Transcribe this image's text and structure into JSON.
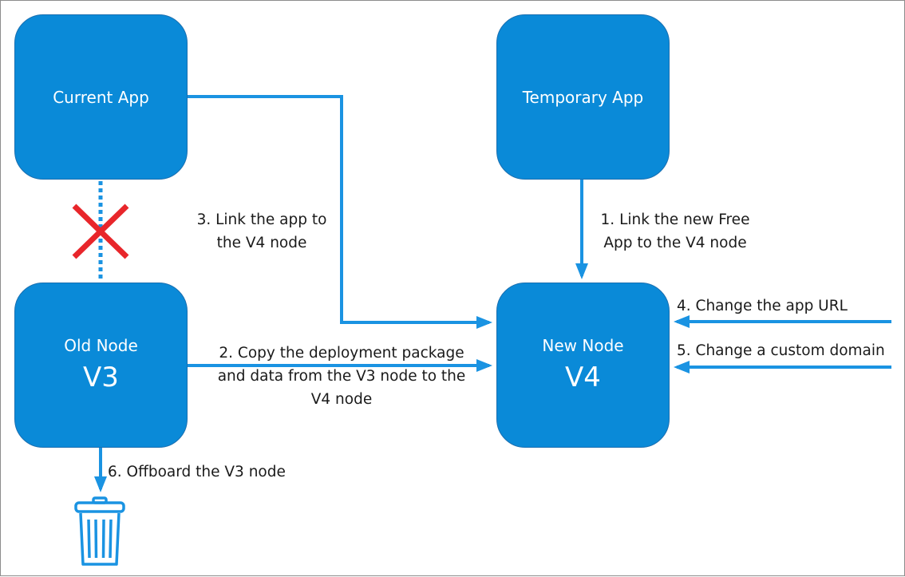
{
  "colors": {
    "node_fill": "#0a8ad8",
    "arrow": "#1a93e2",
    "cross": "#e8262b",
    "text": "#1a1a1a"
  },
  "nodes": {
    "current_app": {
      "name": "Current App"
    },
    "temporary_app": {
      "name": "Temporary App"
    },
    "old_node": {
      "name": "Old Node",
      "version": "V3"
    },
    "new_node": {
      "name": "New Node",
      "version": "V4"
    }
  },
  "steps": {
    "step1": {
      "line1": "1. Link the new Free",
      "line2": "App to the V4 node"
    },
    "step2": {
      "line1": "2. Copy the deployment package",
      "line2": "and data from the V3 node to the",
      "line3": "V4 node"
    },
    "step3": {
      "line1": "3. Link the app to",
      "line2": "the V4 node"
    },
    "step4": {
      "line1": "4. Change the app URL"
    },
    "step5": {
      "line1": "5. Change a custom domain"
    },
    "step6": {
      "line1": "6. Offboard the V3 node"
    }
  },
  "icons": {
    "removed_link": "cross-icon",
    "offboard": "trash-bin-icon"
  }
}
